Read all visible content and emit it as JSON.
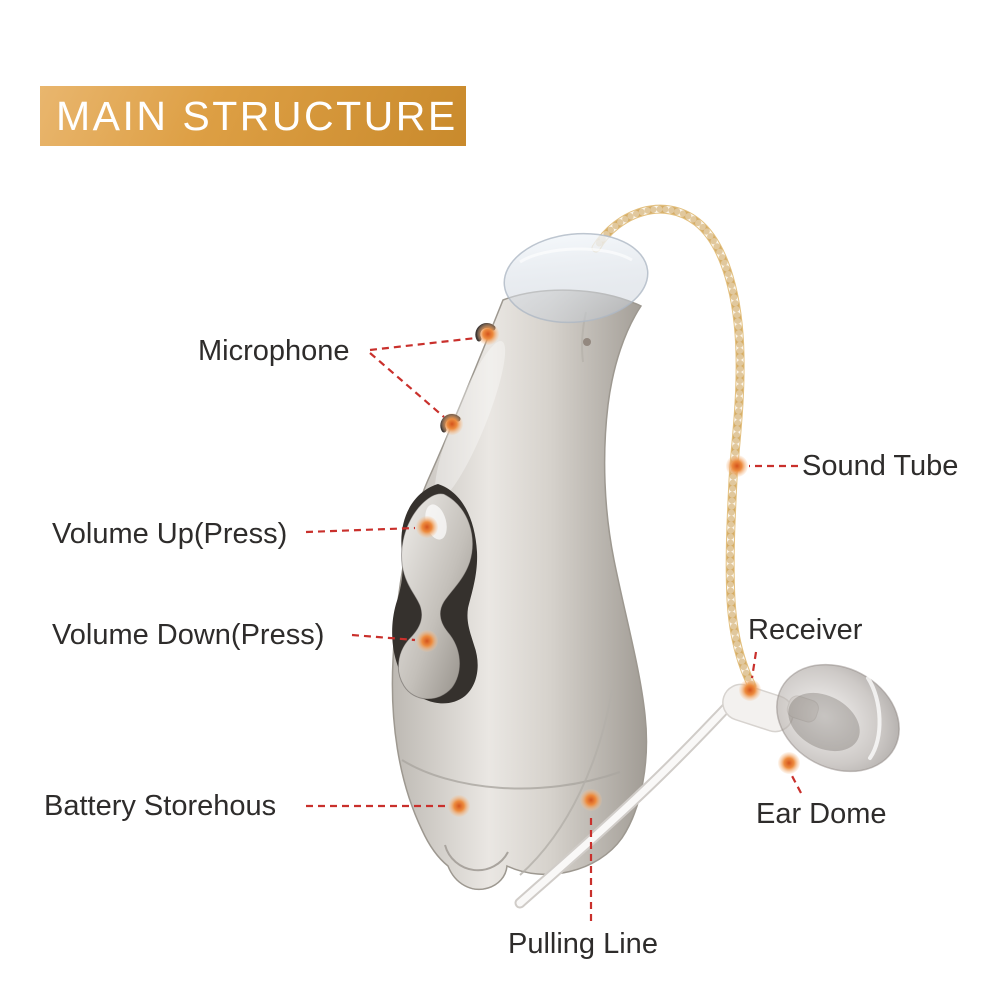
{
  "banner": {
    "title": "MAIN STRUCTURE"
  },
  "labels": {
    "microphone": "Microphone",
    "volume_up": "Volume Up(Press)",
    "volume_down": "Volume Down(Press)",
    "battery_storehouse": "Battery Storehous",
    "sound_tube": "Sound Tube",
    "receiver": "Receiver",
    "ear_dome": "Ear Dome",
    "pulling_line": "Pulling Line"
  },
  "colors": {
    "banner_gradient_start": "#e9b66e",
    "banner_gradient_end": "#c98a2c",
    "banner_text": "#ffffff",
    "label_text": "#2e2c2b",
    "leader_line": "#c9302c",
    "marker_core": "#d4541c",
    "marker_halo": "#f2a768",
    "device_silver": "#d6d2cc",
    "tube_gold": "#d9b266"
  }
}
